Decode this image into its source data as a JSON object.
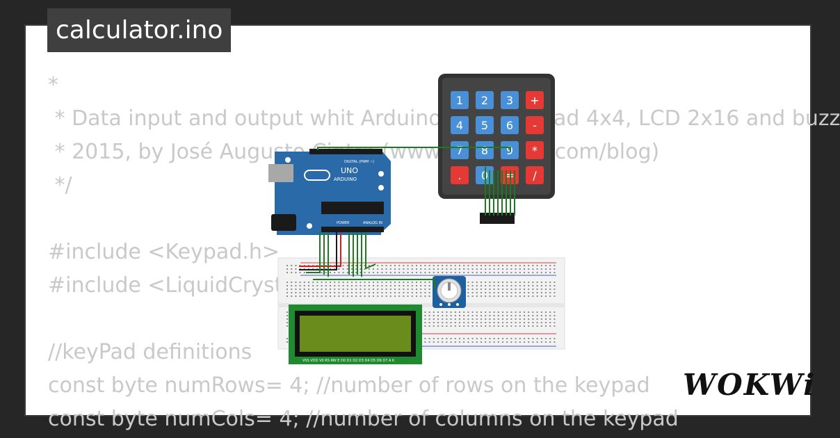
{
  "project": {
    "title": "calculator.ino"
  },
  "code_lines": [
    "*",
    " * Data input and output whit Arduino Uno, Keypad 4x4, LCD 2x16 and buzz",
    " * 2015, by José Augusto Cintra (www.josecintra.com/blog)",
    " */",
    "",
    "#include <Keypad.h>",
    "#include <LiquidCrystal.h>",
    "",
    "//keyPad definitions",
    "const byte numRows= 4; //number of rows on the keypad",
    "const byte numCols= 4; //number of columns on the keypad"
  ],
  "keypad": {
    "rows": [
      [
        "1",
        "2",
        "3",
        "+"
      ],
      [
        "4",
        "5",
        "6",
        "-"
      ],
      [
        "7",
        "8",
        "9",
        "*"
      ],
      [
        ".",
        "0",
        "=",
        "/"
      ]
    ],
    "colors": {
      "number_key": "#4a90d9",
      "operator_key": "#e53935",
      "body": "#333333"
    }
  },
  "arduino": {
    "model": "UNO",
    "brand": "ARDUINO",
    "digital_label": "DIGITAL (PWM ~)",
    "power_label": "POWER",
    "analog_label": "ANALOG IN",
    "board_color": "#2b6aa8"
  },
  "lcd": {
    "size": "2x16",
    "screen_color": "#6a8c1c",
    "board_color": "#1f8a2f"
  },
  "breadboard": {
    "color": "#f2f2f2"
  },
  "brand": {
    "logo_text": "WOKWi"
  }
}
